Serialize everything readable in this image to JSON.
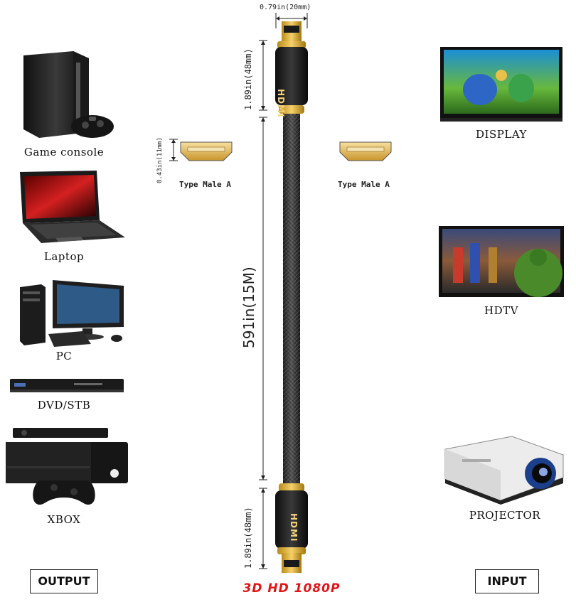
{
  "devices": {
    "output": [
      {
        "label": "Game console",
        "icon": "game-console-icon"
      },
      {
        "label": "Laptop",
        "icon": "laptop-icon"
      },
      {
        "label": "PC",
        "icon": "desktop-pc-icon"
      },
      {
        "label": "DVD/STB",
        "icon": "dvd-player-icon"
      },
      {
        "label": "XBOX",
        "icon": "xbox-console-icon"
      }
    ],
    "input": [
      {
        "label": "DISPLAY",
        "icon": "display-tv-icon"
      },
      {
        "label": "HDTV",
        "icon": "hdtv-icon"
      },
      {
        "label": "PROJECTOR",
        "icon": "projector-icon"
      }
    ]
  },
  "boxes": {
    "output": "OUTPUT",
    "input": "INPUT"
  },
  "dimensions": {
    "connector_width": "0.79in(20mm)",
    "connector_length_top": "1.89in(48mm)",
    "connector_length_bottom": "1.89in(48mm)",
    "port_height": "0.43in(11mm)",
    "cable_length": "591in(15M)"
  },
  "port_labels": {
    "left": "Type Male A",
    "right": "Type Male A"
  },
  "connector_brand": "HDMI",
  "tagline": "3D  HD 1080P",
  "colors": {
    "tagline": "#e01515",
    "gold": "#e8b530",
    "cable": "#3a3a3a"
  }
}
